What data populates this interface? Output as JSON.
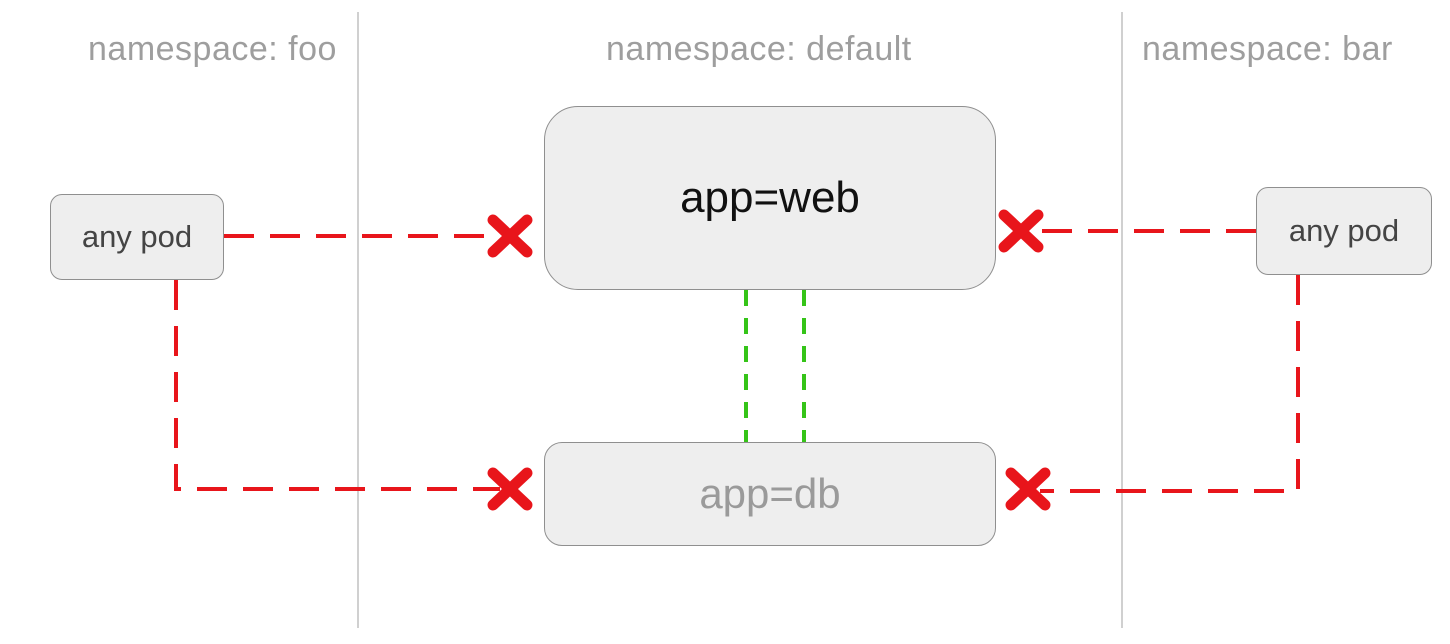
{
  "namespaces": [
    {
      "label": "namespace: foo"
    },
    {
      "label": "namespace: default"
    },
    {
      "label": "namespace: bar"
    }
  ],
  "nodes": {
    "web": "app=web",
    "db": "app=db",
    "pod_foo": "any pod",
    "pod_bar": "any pod"
  },
  "colors": {
    "denied": "#e8151b",
    "allowed": "#35c418",
    "divider": "#d0d0d0",
    "node_fill": "#eeeeee",
    "node_border": "#8f8f8f",
    "label": "#9e9e9e"
  },
  "connections": [
    {
      "from": "pod_foo",
      "to": "web",
      "status": "denied"
    },
    {
      "from": "pod_foo",
      "to": "db",
      "status": "denied"
    },
    {
      "from": "pod_bar",
      "to": "web",
      "status": "denied"
    },
    {
      "from": "pod_bar",
      "to": "db",
      "status": "denied"
    },
    {
      "from": "web",
      "to": "db",
      "status": "allowed"
    }
  ]
}
